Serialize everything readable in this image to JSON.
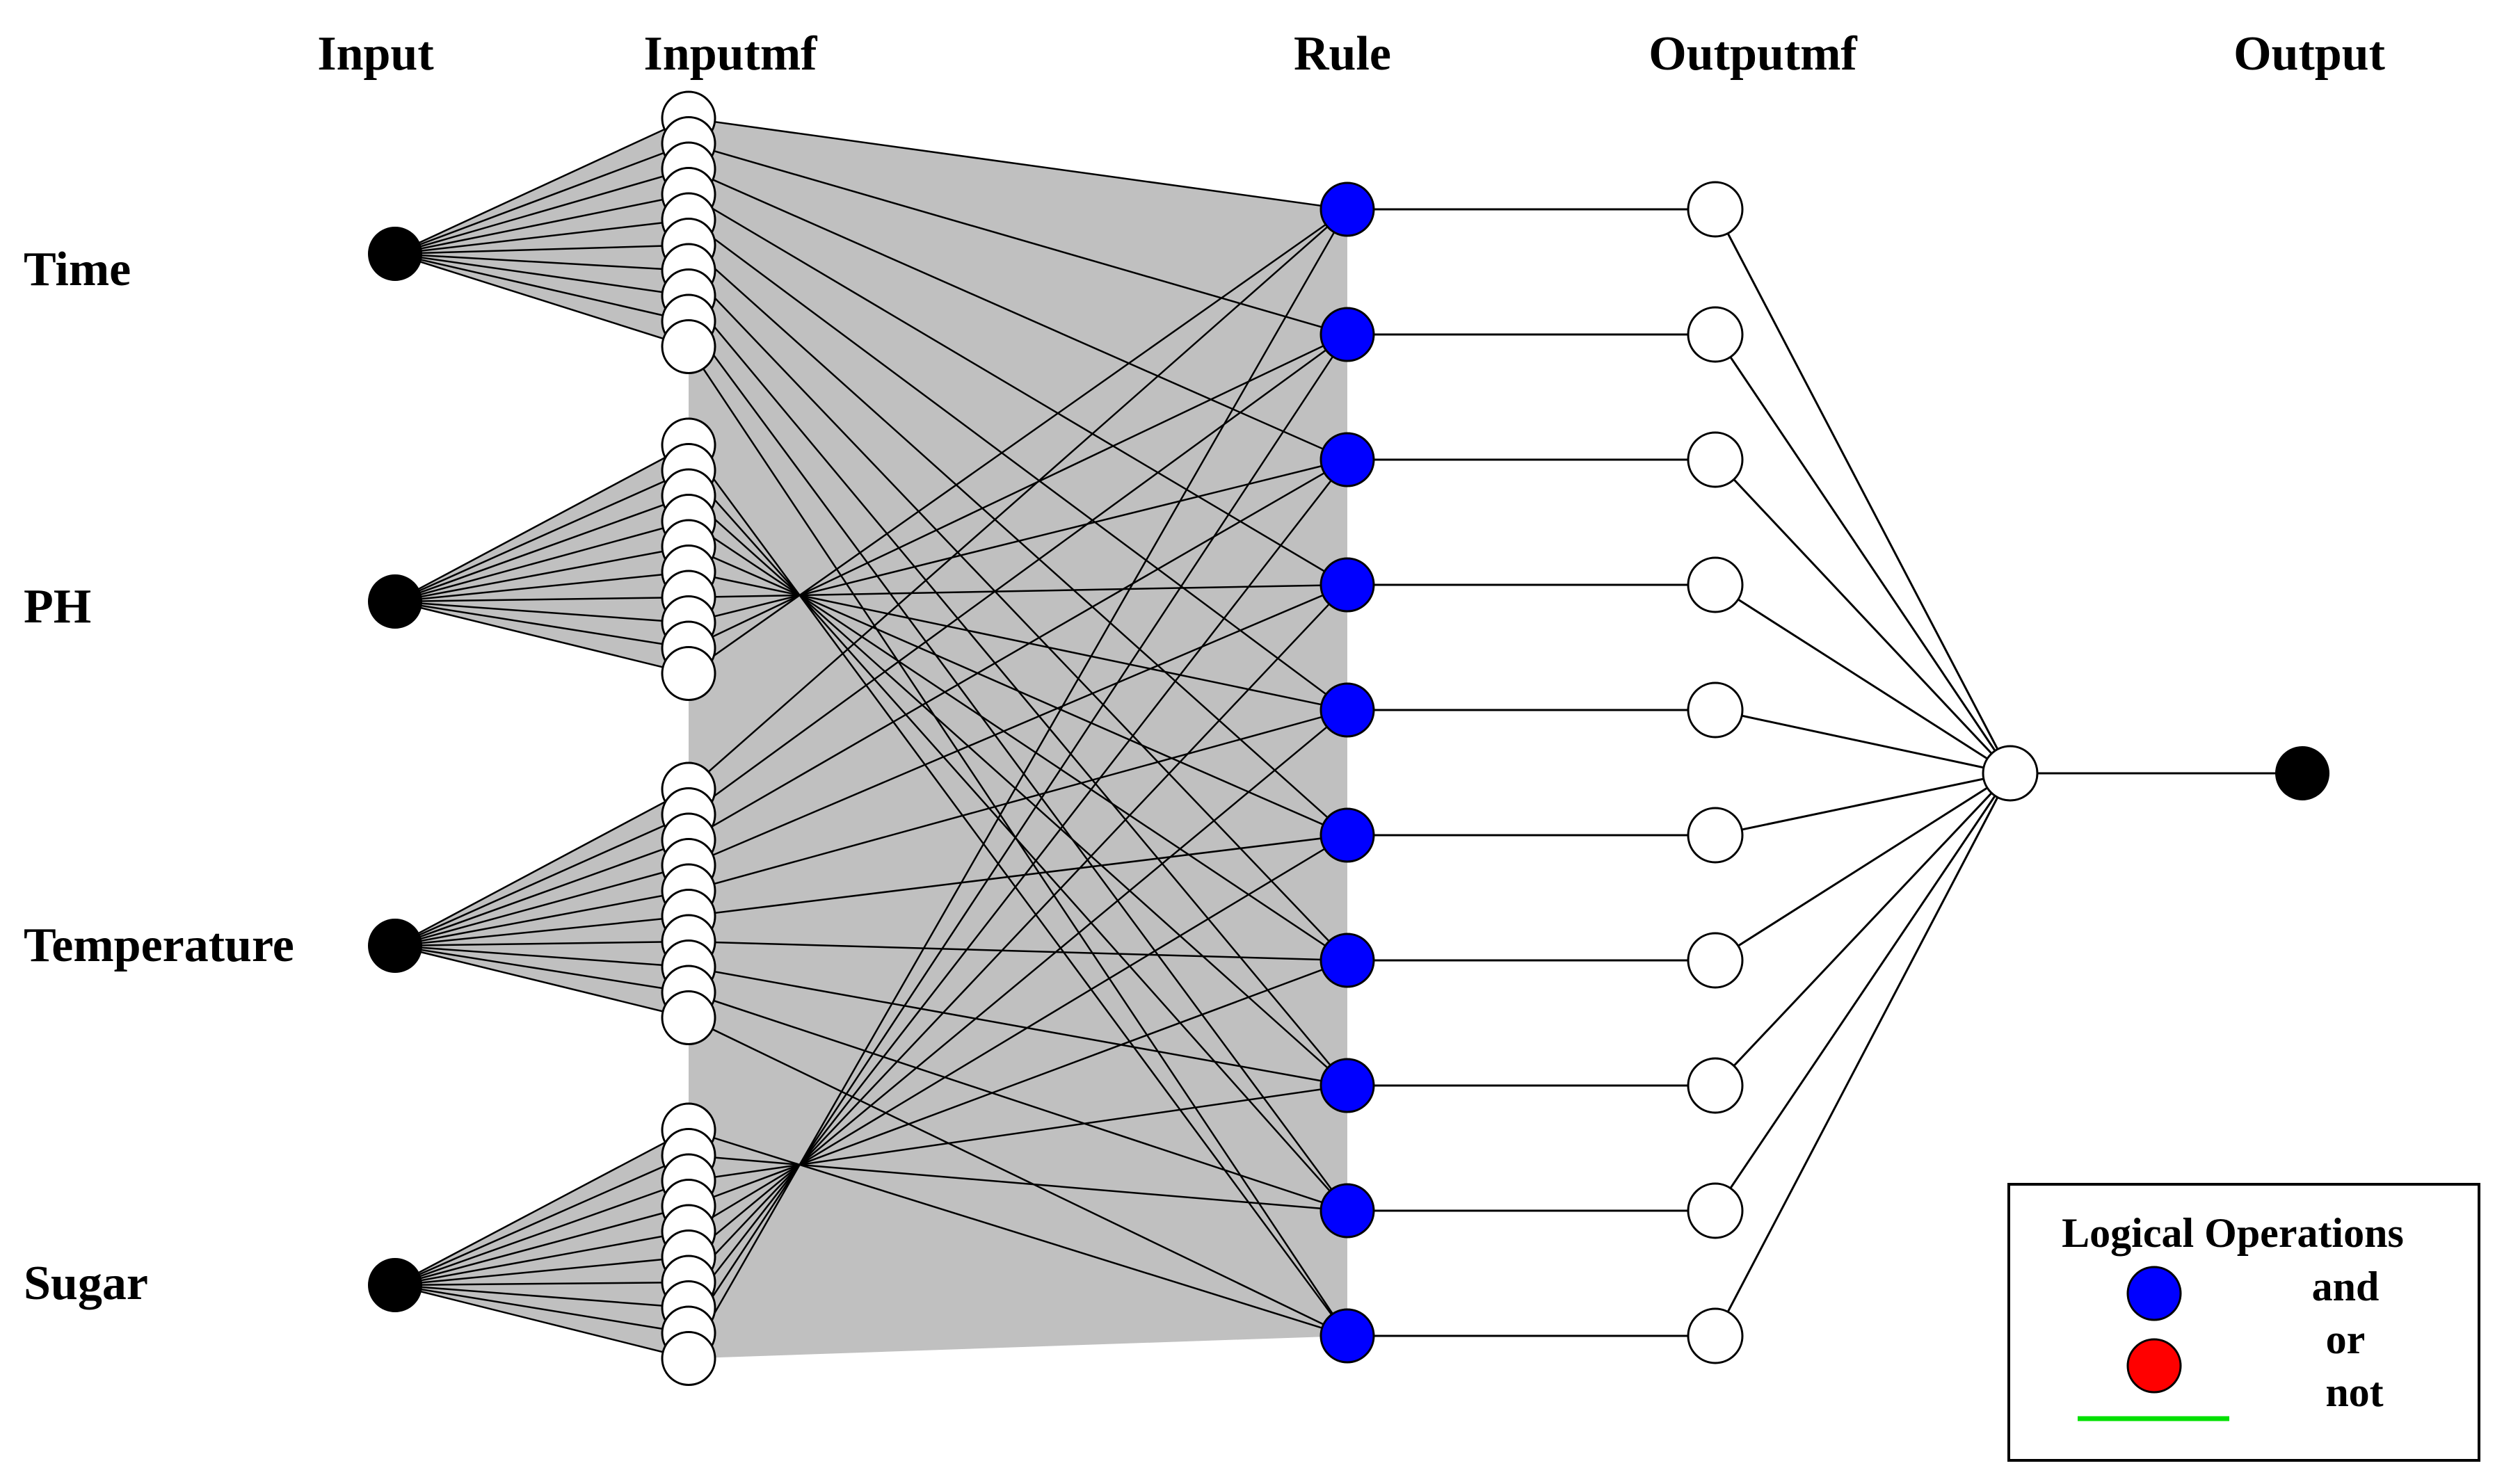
{
  "headers": {
    "input": "Input",
    "inputmf": "Inputmf",
    "rule": "Rule",
    "outputmf": "Outputmf",
    "output": "Output"
  },
  "inputs": [
    {
      "name": "Time",
      "membership_functions": 10
    },
    {
      "name": "PH",
      "membership_functions": 10
    },
    {
      "name": "Temperature",
      "membership_functions": 10
    },
    {
      "name": "Sugar",
      "membership_functions": 10
    }
  ],
  "rules": {
    "count": 10,
    "operation": "and"
  },
  "outputmf": {
    "count": 10
  },
  "legend": {
    "title": "Logical Operations",
    "items": [
      {
        "label": "and",
        "color": "#0000ff",
        "symbol": "circle"
      },
      {
        "label": "or",
        "color": "#ff0000",
        "symbol": "circle"
      },
      {
        "label": "not",
        "color": "#00e000",
        "symbol": "line"
      }
    ]
  },
  "colors": {
    "rule_node": "#0000ff",
    "io_node": "#000000",
    "mf_node": "#ffffff",
    "fan_fill": "#c0c0c0",
    "edge": "#000000"
  }
}
